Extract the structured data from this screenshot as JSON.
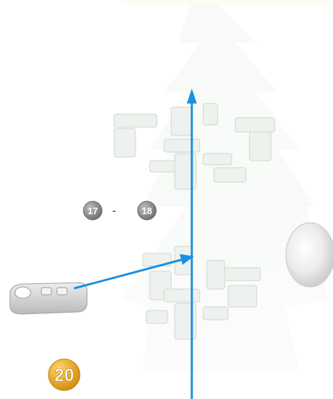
{
  "step": {
    "number": "20",
    "badge_color": "#e9a21b"
  },
  "reference": {
    "from": "17",
    "separator": "-",
    "to": "18",
    "badge_color": "#8d8d8d"
  },
  "colors": {
    "arrow": "#1b8fe0",
    "ghost_parts": "#e6eee6",
    "part": "#d4d4d4"
  }
}
